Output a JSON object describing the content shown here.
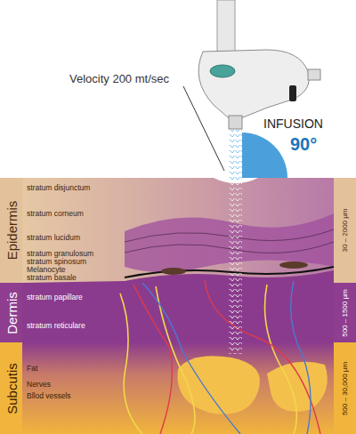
{
  "diagram": {
    "nodes": [
      {
        "text": [
          "Epidermis",
          "30 – 2000 µm"
        ]
      },
      {
        "text": [
          "Dermis",
          "500 – 1500 µm"
        ]
      },
      {
        "text": [
          "Subcutis",
          "500 – 30,000 µm"
        ]
      }
    ],
    "labels": [
      "Velocity 200 mt/sec",
      "INFUSION",
      "90°",
      "stratum disjunctum",
      "stratum corneum",
      "stratum lucidum",
      "stratum granulosum",
      "stratum spinosum",
      "Melanocyte",
      "stratum basale",
      "stratum papillare",
      "stratum reticulare",
      "Fat",
      "Nerves",
      "Bllod vessels"
    ]
  }
}
